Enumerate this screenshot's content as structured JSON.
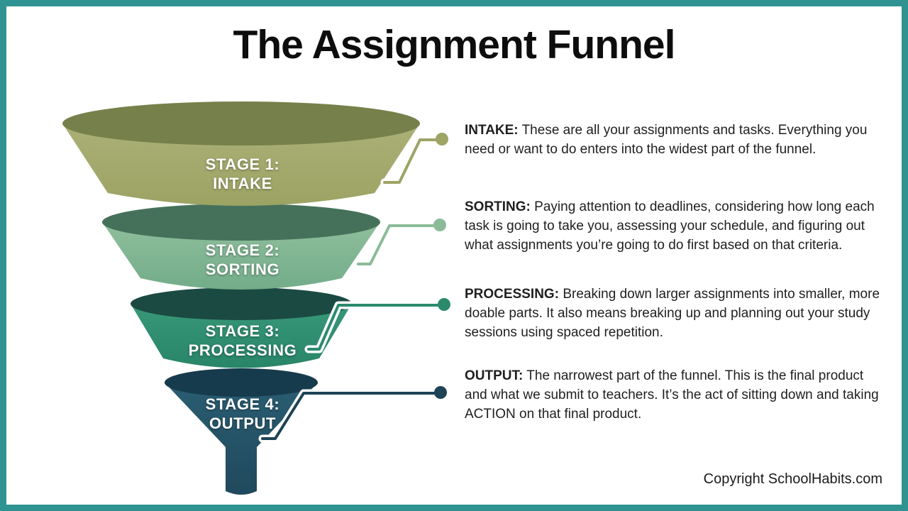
{
  "frame": {
    "border_color": "#2e9391",
    "background": "#ffffff"
  },
  "title": "The Assignment Funnel",
  "stages": [
    {
      "label_line1": "STAGE 1:",
      "label_line2": "INTAKE",
      "ellipse_color": "#76804a",
      "body_top": "#abb077",
      "body_bottom": "#9ca363",
      "connector_color": "#9da466",
      "desc_lead": "INTAKE:",
      "desc_body": "These are all your assignments and tasks. Everything you need or want to do enters into the widest part of the funnel."
    },
    {
      "label_line1": "STAGE 2:",
      "label_line2": "SORTING",
      "ellipse_color": "#45715a",
      "body_top": "#90bf9d",
      "body_bottom": "#72ac89",
      "connector_color": "#8bbb98",
      "desc_lead": "SORTING:",
      "desc_body": "Paying attention to deadlines, considering how long each task is going to take you, assessing your schedule, and figuring out what assignments you’re going to do first based on that criteria."
    },
    {
      "label_line1": "STAGE 3:",
      "label_line2": "PROCESSING",
      "ellipse_color": "#1b4a42",
      "body_top": "#389878",
      "body_bottom": "#298568",
      "connector_color": "#2b8a6c",
      "desc_lead": "PROCESSING:",
      "desc_body": "Breaking down larger assignments into smaller, more doable parts. It also means breaking up and planning out your study sessions using spaced repetition."
    },
    {
      "label_line1": "STAGE 4:",
      "label_line2": "OUTPUT",
      "ellipse_color": "#163b4d",
      "body_top": "#2a5d72",
      "body_bottom": "#20495c",
      "connector_color": "#1d4355",
      "desc_lead": "OUTPUT:",
      "desc_body": "The narrowest part of the funnel. This is the final product and what we submit to teachers. It’s the act of sitting down and taking ACTION on that final product."
    }
  ],
  "footer": {
    "copyright": "Copyright SchoolHabits.com"
  }
}
